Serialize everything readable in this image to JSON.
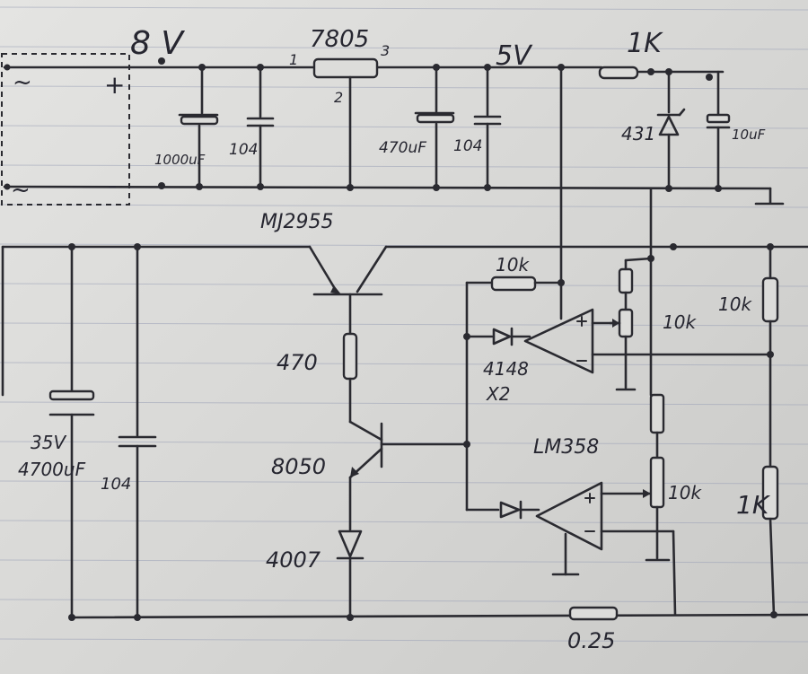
{
  "labels": {
    "input_voltage": "8 V",
    "plus": "+",
    "minus": "-",
    "ac_top": "~",
    "ac_bottom": "~",
    "reg_name": "7805",
    "reg_pin1": "1",
    "reg_pin2": "2",
    "reg_pin3": "3",
    "c_in_bulk": "1000uF",
    "c_in_cer": "104",
    "c_out_bulk": "470uF",
    "c_out_cer": "104",
    "out_voltage": "5V",
    "r_ref": "1K",
    "ref_ic": "431",
    "c_ref": "10uF",
    "pass_transistor": "MJ2955",
    "r_base": "470",
    "driver_transistor": "8050",
    "diode": "4007",
    "main_cap_voltage": "35V",
    "main_cap_value": "4700uF",
    "main_cap_cer": "104",
    "r_feedback": "10k",
    "signal_diodes": "4148",
    "signal_diodes_qty": "X2",
    "opamp": "LM358",
    "pot_voltage": "10k",
    "pot_current": "10k",
    "r_div_top": "10k",
    "r_div_bottom": "1K",
    "shunt": "0.25"
  },
  "colors": {
    "ink": "#2a2a30",
    "paper": "#dcdcda",
    "rule": "#9aa0b6"
  }
}
